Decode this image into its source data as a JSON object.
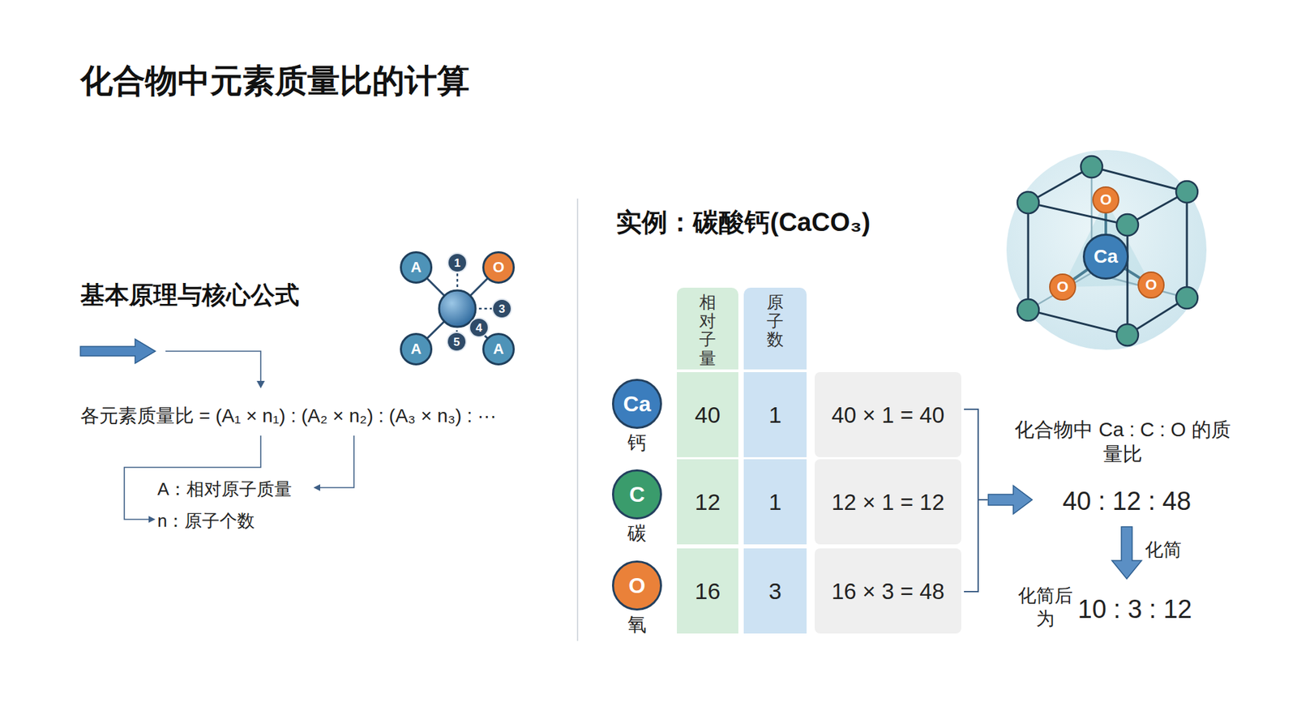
{
  "diagram": {
    "title": "化合物中元素质量比的计算",
    "nodes": [
      {
        "text": [
          "A"
        ]
      },
      {
        "text": [
          "1"
        ]
      },
      {
        "text": [
          "O"
        ]
      },
      {
        "text": [
          "3"
        ]
      },
      {
        "text": [
          "A"
        ]
      },
      {
        "text": [
          "5"
        ]
      },
      {
        "text": [
          "4"
        ]
      },
      {
        "text": [
          "A"
        ]
      },
      {
        "text": [
          "相对子量"
        ]
      },
      {
        "text": [
          "原子数"
        ]
      },
      {
        "text": [
          "Ca",
          "钙"
        ]
      },
      {
        "text": [
          "40"
        ]
      },
      {
        "text": [
          "1"
        ]
      },
      {
        "text": [
          "40 × 1 = 40"
        ]
      },
      {
        "text": [
          "C",
          "碳"
        ]
      },
      {
        "text": [
          "12"
        ]
      },
      {
        "text": [
          "1"
        ]
      },
      {
        "text": [
          "12 × 1 = 12"
        ]
      },
      {
        "text": [
          "O",
          "氧"
        ]
      },
      {
        "text": [
          "16"
        ]
      },
      {
        "text": [
          "3"
        ]
      },
      {
        "text": [
          "16 × 3 = 48"
        ]
      },
      {
        "text": [
          "O"
        ]
      },
      {
        "text": [
          "Ca"
        ]
      },
      {
        "text": [
          "O"
        ]
      },
      {
        "text": [
          "O"
        ]
      }
    ],
    "labels": [
      "基本原理与核心公式",
      "各元素质量比 = (A₁ × n₁) : (A₂ × n₂) : (A₃ × n₃) : ···",
      "A：相对原子质量",
      "n：原子个数",
      "实例：碳酸钙(CaCO₃)",
      "化合物中 Ca : C : O 的质量比",
      "40 : 12 : 48",
      "化简",
      "化简后为",
      "10 : 3 : 12"
    ]
  }
}
